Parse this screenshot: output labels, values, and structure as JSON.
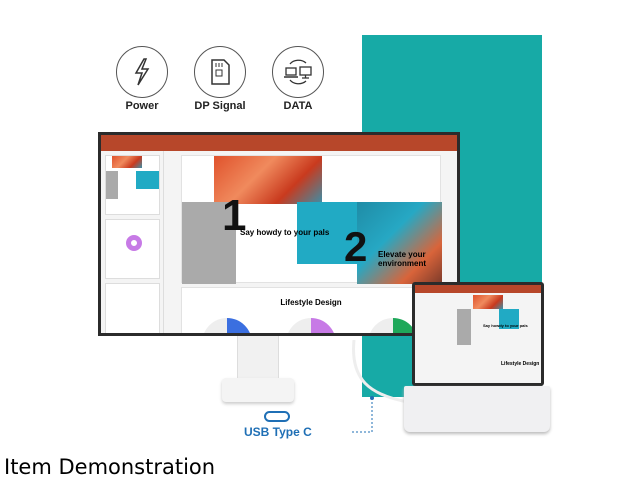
{
  "features": [
    {
      "label": "Power",
      "icon": "lightning-icon"
    },
    {
      "label": "DP Signal",
      "icon": "sd-card-icon"
    },
    {
      "label": "DATA",
      "icon": "data-transfer-icon"
    }
  ],
  "slide": {
    "number1": "1",
    "headline1": "Say howdy to your pals",
    "number2": "2",
    "headline2": "Elevate your environment",
    "section_title": "Lifestyle Design"
  },
  "laptop_slide": {
    "headline1": "Say howdy to your pals",
    "section_title": "Lifestyle Design"
  },
  "connector": {
    "label": "USB Type C"
  },
  "caption": "Item Demonstration",
  "colors": {
    "teal": "#17aaa6",
    "usb_blue": "#1f6fb5",
    "titlebar": "#b7472a"
  }
}
